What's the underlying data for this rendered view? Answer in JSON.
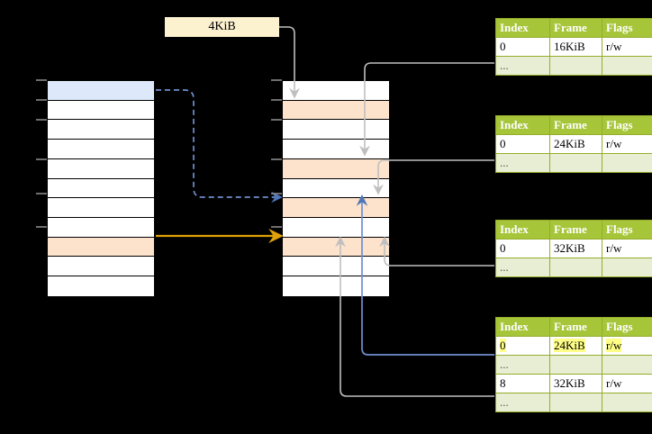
{
  "diagram": {
    "title_chip": {
      "label": "4KiB"
    },
    "left_column": {
      "name": "virtual-address-space",
      "rows": 11,
      "highlight_blue_index": 0,
      "highlight_orange_index": 8
    },
    "middle_column": {
      "name": "page-directory-column",
      "rows": 11,
      "highlight_orange_indices": [
        1,
        4,
        6,
        8
      ]
    },
    "tables": [
      {
        "name": "page-table-1",
        "headers": [
          "Index",
          "Frame",
          "Flags"
        ],
        "rows": [
          {
            "cells": [
              "0",
              "16KiB",
              "r/w"
            ],
            "alt": false,
            "highlight": false
          },
          {
            "cells": [
              "...",
              "",
              ""
            ],
            "alt": true,
            "highlight": false
          }
        ]
      },
      {
        "name": "page-table-2",
        "headers": [
          "Index",
          "Frame",
          "Flags"
        ],
        "rows": [
          {
            "cells": [
              "0",
              "24KiB",
              "r/w"
            ],
            "alt": false,
            "highlight": false
          },
          {
            "cells": [
              "...",
              "",
              ""
            ],
            "alt": true,
            "highlight": false
          }
        ]
      },
      {
        "name": "page-table-3",
        "headers": [
          "Index",
          "Frame",
          "Flags"
        ],
        "rows": [
          {
            "cells": [
              "0",
              "32KiB",
              "r/w"
            ],
            "alt": false,
            "highlight": false
          },
          {
            "cells": [
              "...",
              "",
              ""
            ],
            "alt": true,
            "highlight": false
          }
        ]
      },
      {
        "name": "page-table-4",
        "headers": [
          "Index",
          "Frame",
          "Flags"
        ],
        "rows": [
          {
            "cells": [
              "0",
              "24KiB",
              "r/w"
            ],
            "alt": false,
            "highlight": true
          },
          {
            "cells": [
              "...",
              "",
              ""
            ],
            "alt": true,
            "highlight": false
          },
          {
            "cells": [
              "8",
              "32KiB",
              "r/w"
            ],
            "alt": false,
            "highlight": false
          },
          {
            "cells": [
              "...",
              "",
              ""
            ],
            "alt": true,
            "highlight": false
          }
        ]
      }
    ],
    "colors": {
      "background": "#000000",
      "table_header": "#a6c539",
      "table_border": "#93ad2c",
      "table_alt_row": "#e8eed3",
      "highlight_yellow": "#ffff88",
      "row_blue": "#dde9fa",
      "row_orange": "#fde2cc",
      "chip_bg": "#fdf2d0",
      "arrow_blue": "#4f76b8",
      "arrow_orange": "#e8a317",
      "arrow_gray": "#b3b3b3"
    },
    "connectors": [
      {
        "name": "blue-dashed-connector",
        "style": "dashed",
        "color": "#6f8fd0"
      },
      {
        "name": "orange-solid-connector",
        "style": "solid",
        "color": "#e0a106"
      },
      {
        "name": "gray-connector-chip-to-col",
        "style": "solid",
        "color": "#b9b9b9"
      },
      {
        "name": "gray-connector-table1",
        "style": "solid",
        "color": "#b9b9b9"
      },
      {
        "name": "gray-connector-table2",
        "style": "solid",
        "color": "#b9b9b9"
      },
      {
        "name": "gray-connector-table3",
        "style": "solid",
        "color": "#b9b9b9"
      },
      {
        "name": "blue-connector-table4",
        "style": "solid",
        "color": "#6f8fd0"
      }
    ]
  }
}
